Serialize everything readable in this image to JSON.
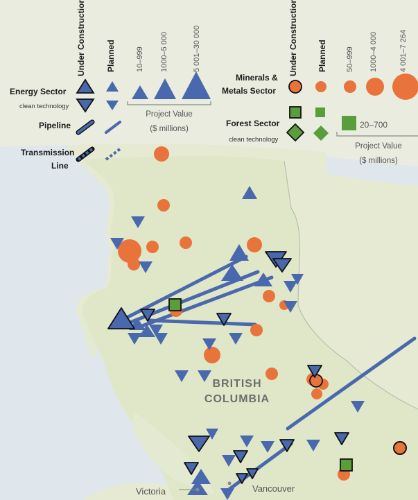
{
  "legend": {
    "status_under_construction": "Under Construction",
    "status_planned": "Planned",
    "energy_sector": "Energy Sector",
    "clean_technology": "clean technology",
    "pipeline": "Pipeline",
    "transmission_line": "Transmission Line",
    "energy_value_ranges": [
      "10–999",
      "1000–5 000",
      "5 001–30 000"
    ],
    "project_value": "Project Value",
    "millions": "($ millions)",
    "minerals_sector": "Minerals & Metals Sector",
    "minerals_value_ranges": [
      "50–999",
      "1000–4 000",
      "4 001–7 264"
    ],
    "forest_sector": "Forest Sector",
    "forest_value_range": "20–700"
  },
  "map": {
    "region_label_line1": "BRITISH",
    "region_label_line2": "COLUMBIA",
    "cities": [
      "Victoria",
      "Vancouver"
    ]
  },
  "colors": {
    "energy": "#4a68ad",
    "minerals": "#e8743b",
    "forest": "#5a9e3c",
    "land": "#e6ead3",
    "water": "#dfe6ec",
    "outline": "#111111"
  }
}
